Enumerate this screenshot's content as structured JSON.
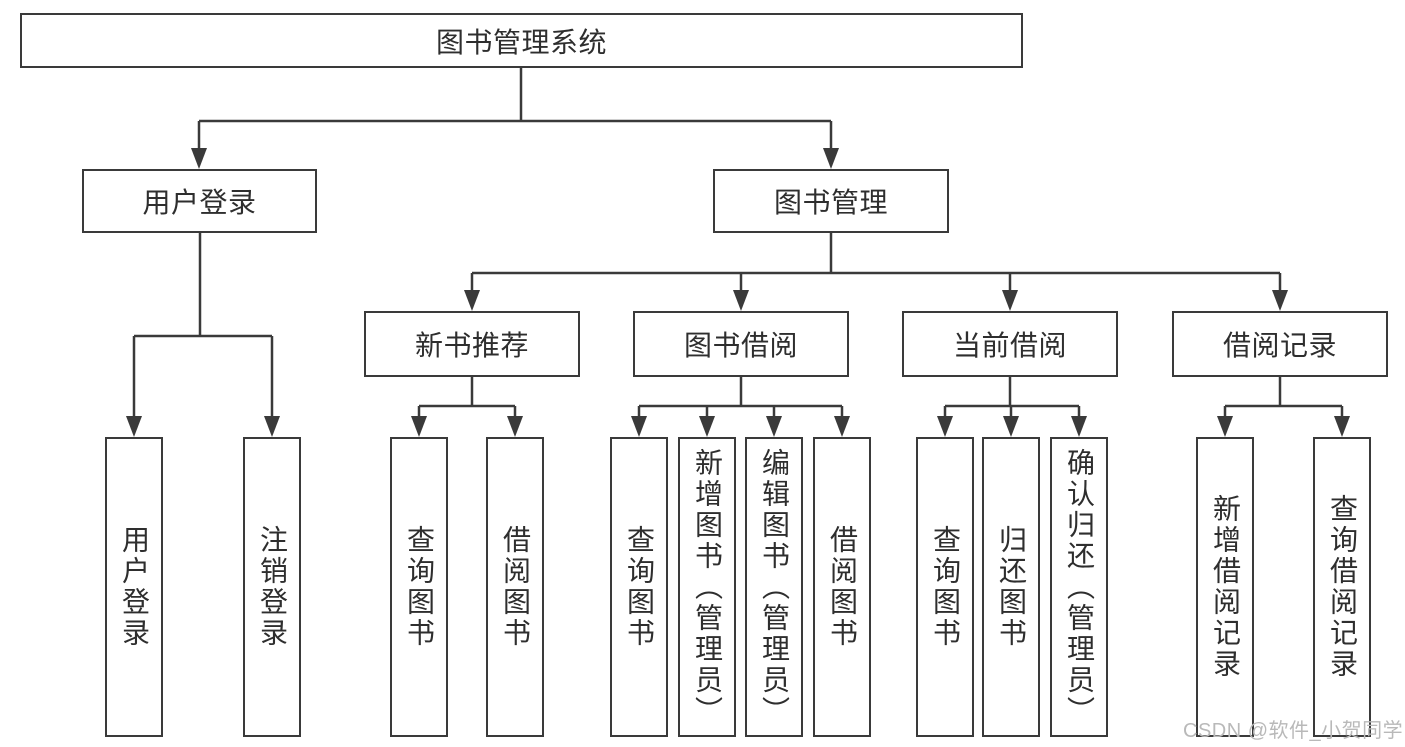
{
  "colors": {
    "background": "#ffffff",
    "line": "#3a3a3a",
    "text": "#2e2e2e",
    "watermark": "#b9b9b9"
  },
  "watermark": "CSDN @软件_小贺同学",
  "tree": {
    "root": "图书管理系统",
    "children": [
      {
        "label": "用户登录",
        "children": [
          "用户登录",
          "注销登录"
        ]
      },
      {
        "label": "图书管理",
        "children": [
          {
            "label": "新书推荐",
            "children": [
              "查询图书",
              "借阅图书"
            ]
          },
          {
            "label": "图书借阅",
            "children": [
              "查询图书",
              "新增图书（管理员）",
              "编辑图书（管理员）",
              "借阅图书"
            ]
          },
          {
            "label": "当前借阅",
            "children": [
              "查询图书",
              "归还图书",
              "确认归还（管理员）"
            ]
          },
          {
            "label": "借阅记录",
            "children": [
              "新增借阅记录",
              "查询借阅记录"
            ]
          }
        ]
      }
    ]
  }
}
